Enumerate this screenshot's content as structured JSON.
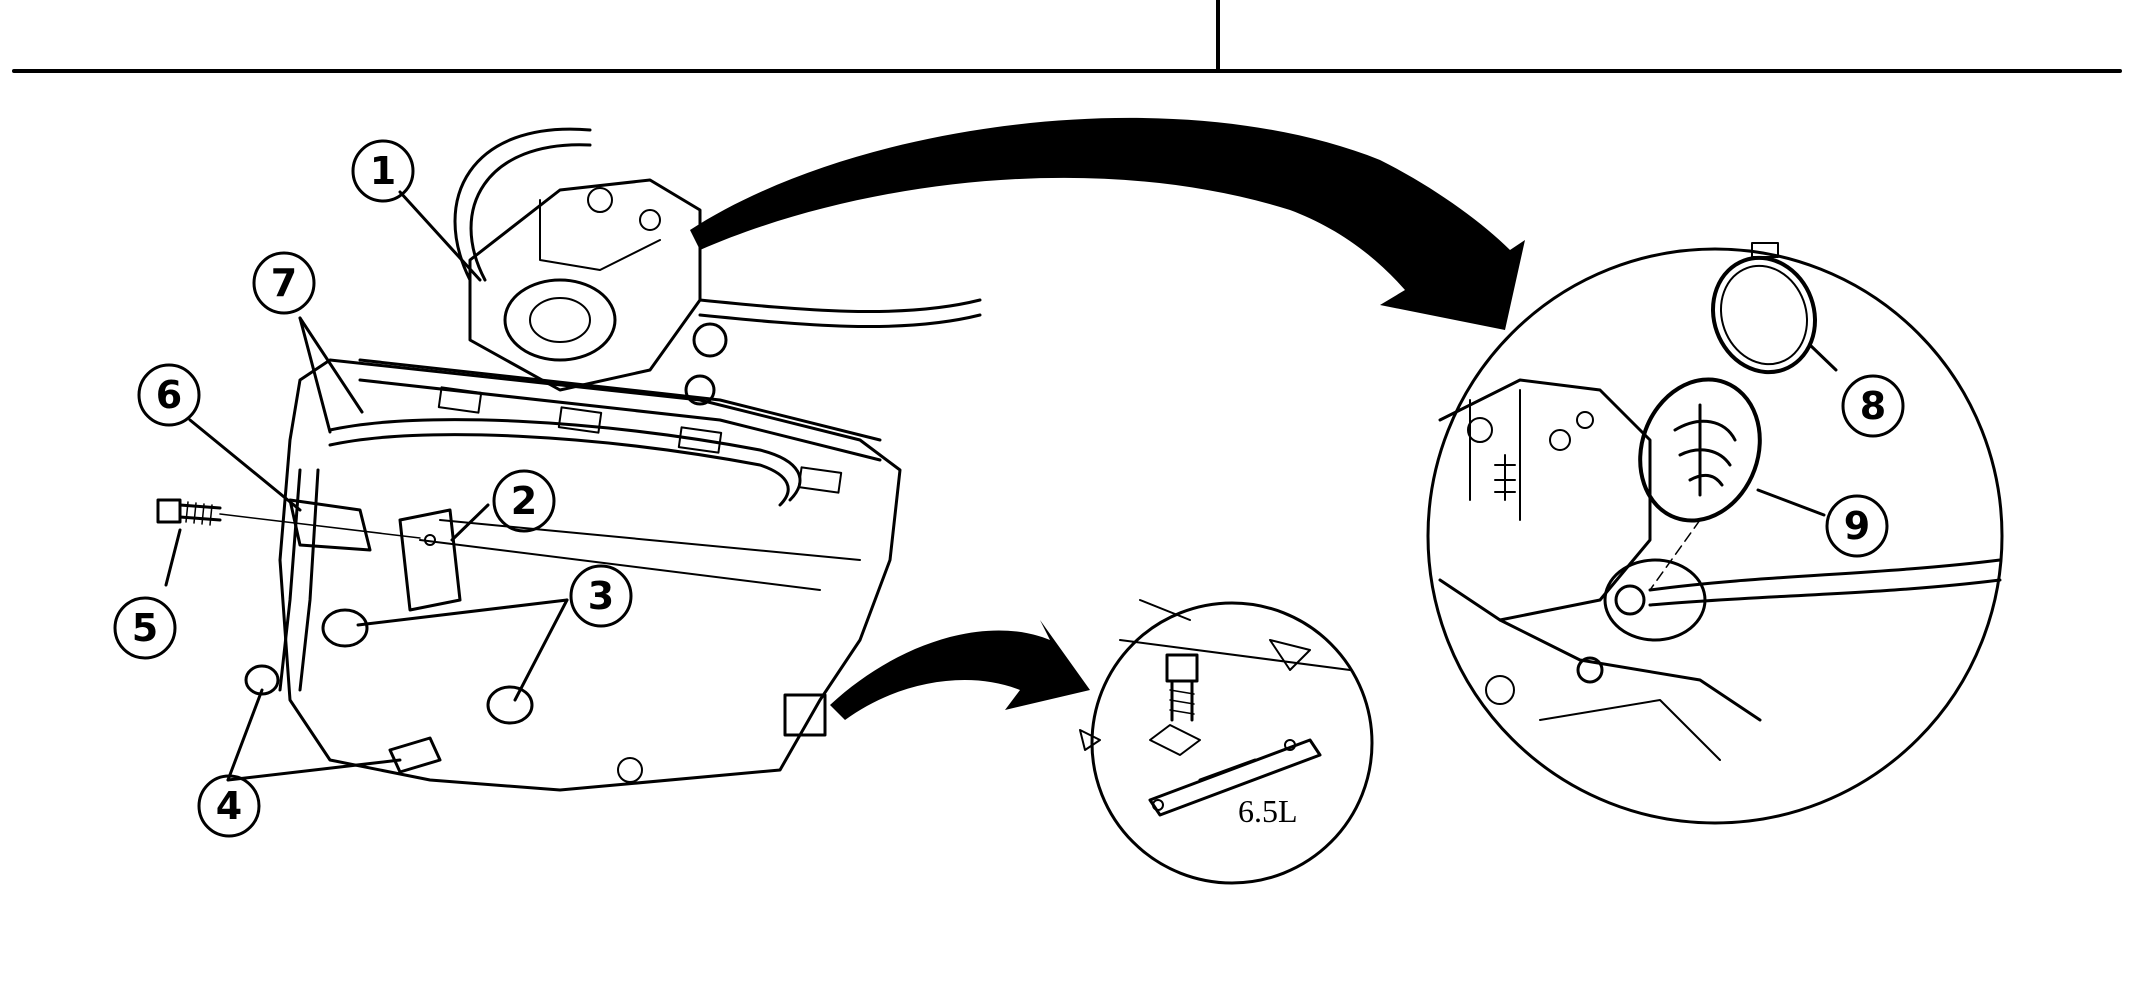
{
  "callouts": [
    "1",
    "2",
    "3",
    "4",
    "5",
    "6",
    "7",
    "8",
    "9"
  ],
  "detail_inset": {
    "label": "6.5L"
  }
}
